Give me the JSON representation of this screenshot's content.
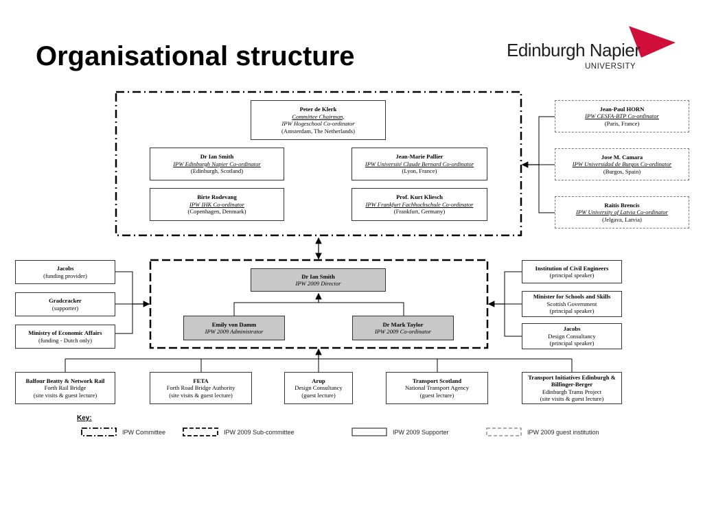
{
  "title": "Organisational structure",
  "logo": {
    "name": "Edinburgh Napier",
    "sub": "UNIVERSITY",
    "color": "#d0103a"
  },
  "committee": {
    "chair": {
      "name": "Peter de Klerk",
      "role": "Committee Chairman,",
      "role2": "IPW Hogeschool Co-ordinator",
      "loc": "(Amsterdam, The Netherlands)"
    },
    "members": [
      {
        "name": "Dr Ian Smith",
        "role": "IPW Edinburgh Napier Co-ordinator",
        "loc": "(Edinburgh, Scotland)"
      },
      {
        "name": "Jean-Marie Pallier",
        "role": "IPW Université Claude Bernard Co-ordinator",
        "loc": "(Lyon, France)"
      },
      {
        "name": "Birte Rodevang",
        "role": "IPW IHK Co-ordinator",
        "loc": "(Copenhagen, Denmark)"
      },
      {
        "name": "Prof. Kurt Kliesch",
        "role": "IPW Frankfurt Fachhochschule Co-ordinator",
        "loc": "(Frankfurt, Germany)"
      }
    ]
  },
  "guests": [
    {
      "name": "Jean-Paul HORN",
      "role": "IPW CESFA-BTP Co-ordinator",
      "loc": "(Paris, France)"
    },
    {
      "name": "Jose M. Camara",
      "role": "IPW Universidad de Burgos Co-ordinator",
      "loc": "(Burgos, Spain)"
    },
    {
      "name": "Raitis Brencis",
      "role": "IPW University of Latvia Co-ordinator",
      "loc": "(Jelgava, Latvia)"
    }
  ],
  "subcommittee": {
    "director": {
      "name": "Dr Ian Smith",
      "role": "IPW 2009 Director"
    },
    "admin": {
      "name": "Emily von Damm",
      "role": "IPW 2009 Administrator"
    },
    "coord": {
      "name": "Dr Mark Taylor",
      "role": "IPW 2009 Co-ordinator"
    }
  },
  "left_supporters": [
    {
      "name": "Jacobs",
      "desc": "(funding provider)"
    },
    {
      "name": "Gradcracker",
      "desc": "(supporter)"
    },
    {
      "name": "Ministry of Economic Affairs",
      "desc": "(funding - Dutch only)"
    }
  ],
  "right_supporters": [
    {
      "name": "Institution of Civil Engineers",
      "desc": "(principal speaker)"
    },
    {
      "name": "Minister for Schools and Skills",
      "desc": "Scottish Government",
      "desc2": "(principal speaker)"
    },
    {
      "name": "Jacobs",
      "desc": "Design Consultancy",
      "desc2": "(principal speaker)"
    }
  ],
  "bottom_supporters": [
    {
      "name": "Balfour Beatty & Network Rail",
      "desc": "Forth Rail Bridge",
      "desc2": "(site visits & guest lecture)"
    },
    {
      "name": "FETA",
      "desc": "Forth Road Bridge Authority",
      "desc2": "(site visits & guest lecture)"
    },
    {
      "name": "Arup",
      "desc": "Design Consultancy",
      "desc2": "(guest lecture)"
    },
    {
      "name": "Transport Scotland",
      "desc": "National Transport Agency",
      "desc2": "(guest lecture)"
    },
    {
      "name": "Transport Initiatives Edinburgh &",
      "name2": "Bilfinger-Berger",
      "desc": "Edinburgh Trams Project",
      "desc2": "(site visits & guest lecture)"
    }
  ],
  "key": {
    "title": "Key:",
    "items": [
      "IPW Committee",
      "IPW 2009 Sub-committee",
      "IPW 2009 Supporter",
      "IPW 2009 guest institution"
    ]
  }
}
